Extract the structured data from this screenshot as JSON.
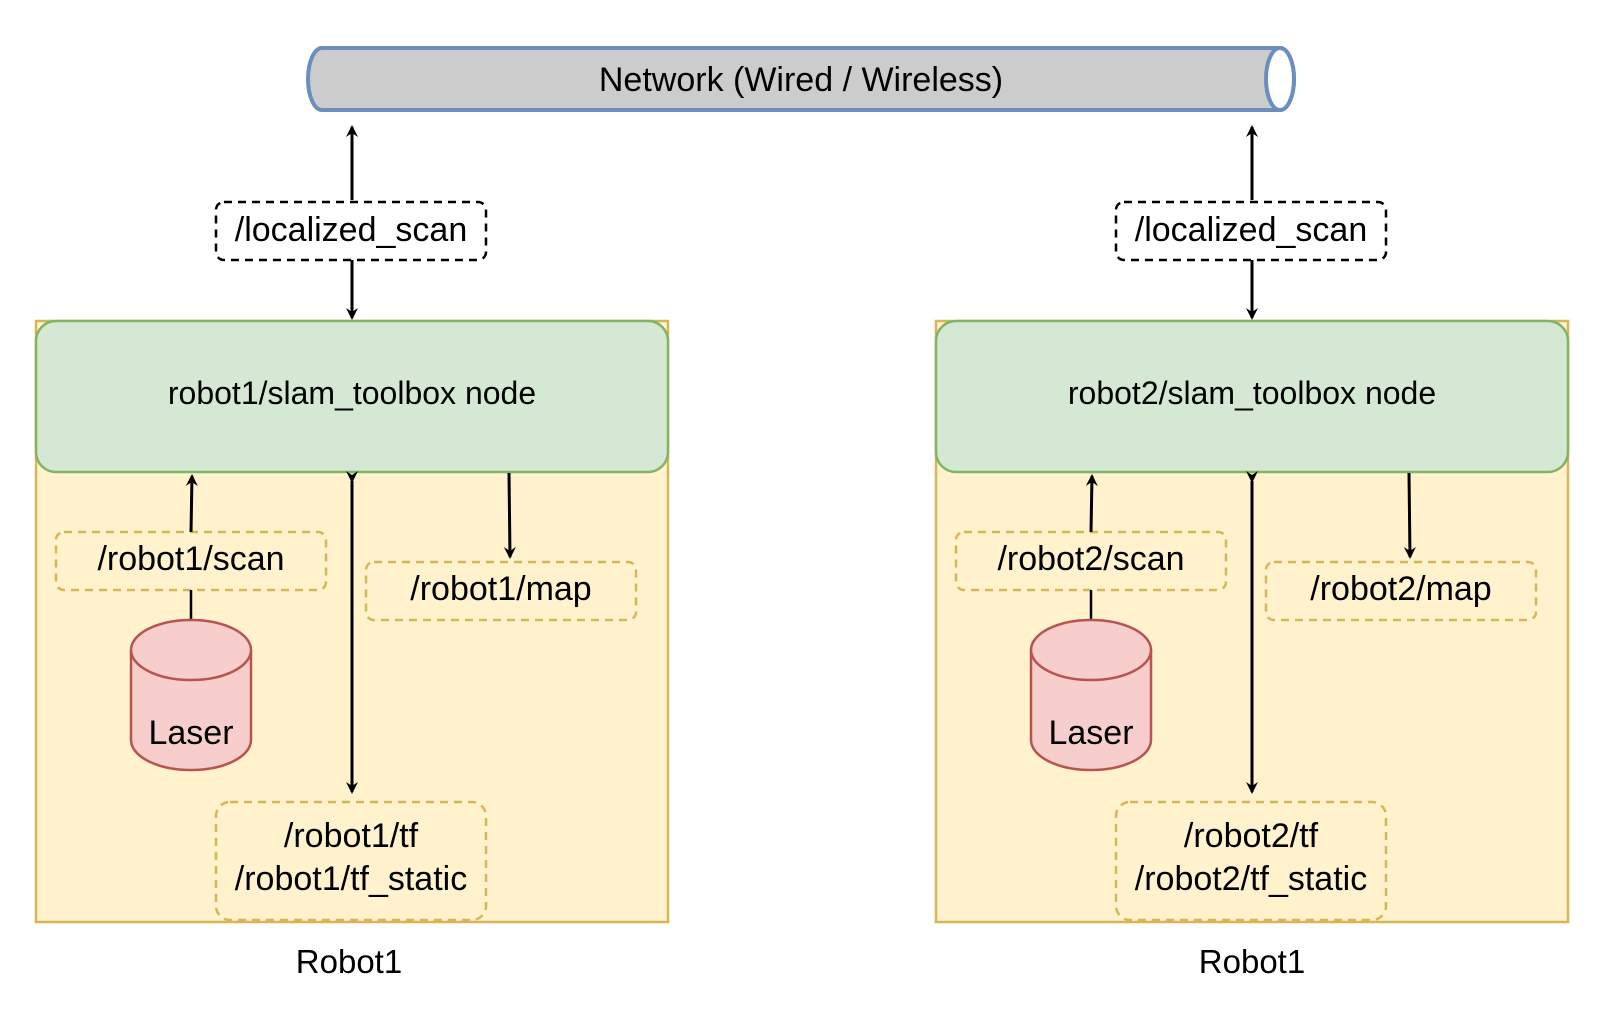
{
  "network": {
    "label": "Network (Wired / Wireless)"
  },
  "colors": {
    "network_fill": "#cccccc",
    "network_stroke": "#6c8ebf",
    "container_fill": "#fff2cc",
    "container_stroke": "#d6b656",
    "node_fill": "#d5e8d4",
    "node_stroke": "#82b366",
    "laser_fill": "#f8cecc",
    "laser_stroke": "#b85450"
  },
  "robots": [
    {
      "localized_scan": "/localized_scan",
      "node": "robot1/slam_toolbox node",
      "scan": "/robot1/scan",
      "map": "/robot1/map",
      "laser": "Laser",
      "tf": "/robot1/tf",
      "tf_static": "/robot1/tf_static",
      "caption": "Robot1"
    },
    {
      "localized_scan": "/localized_scan",
      "node": "robot2/slam_toolbox node",
      "scan": "/robot2/scan",
      "map": "/robot2/map",
      "laser": "Laser",
      "tf": "/robot2/tf",
      "tf_static": "/robot2/tf_static",
      "caption": "Robot1"
    }
  ]
}
